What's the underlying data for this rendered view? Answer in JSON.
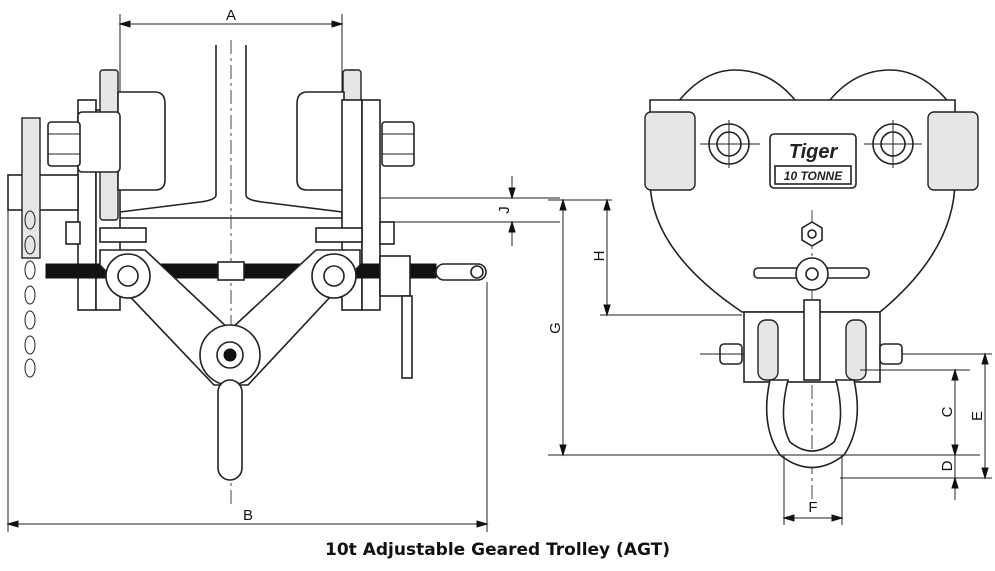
{
  "caption": "10t Adjustable Geared Trolley (AGT)",
  "logo": {
    "brand": "Tiger",
    "capacity": "10 TONNE"
  },
  "dimensions": {
    "A": "A",
    "B": "B",
    "C": "C",
    "D": "D",
    "E": "E",
    "F": "F",
    "G": "G",
    "H": "H",
    "J": "J"
  }
}
